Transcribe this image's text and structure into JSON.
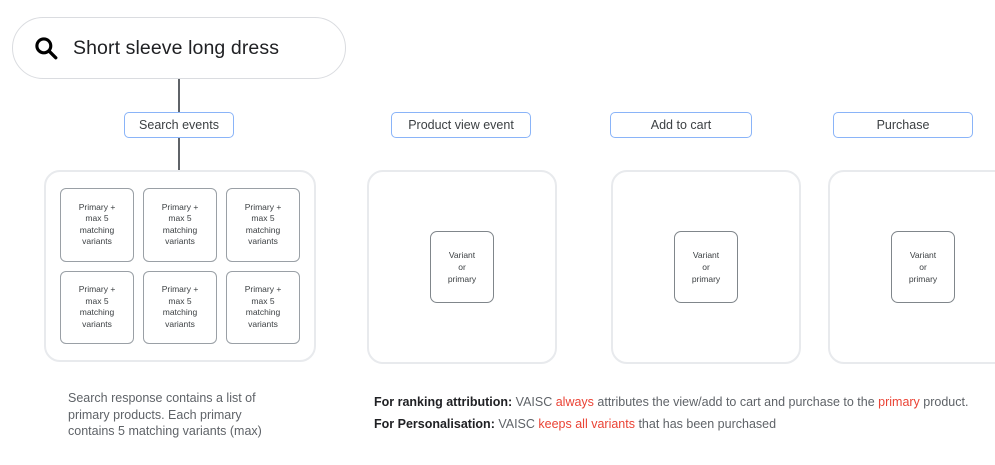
{
  "search": {
    "icon": "search-icon",
    "query": "Short sleeve long dress"
  },
  "stages": [
    {
      "id": "search-events",
      "label": "Search events"
    },
    {
      "id": "product-view-event",
      "label": "Product view event"
    },
    {
      "id": "add-to-cart",
      "label": "Add to cart"
    },
    {
      "id": "purchase",
      "label": "Purchase"
    }
  ],
  "search_panel": {
    "cards": [
      {
        "l1": "Primary +",
        "l2": "max 5",
        "l3": "matching",
        "l4": "variants"
      },
      {
        "l1": "Primary +",
        "l2": "max 5",
        "l3": "matching",
        "l4": "variants"
      },
      {
        "l1": "Primary +",
        "l2": "max 5",
        "l3": "matching",
        "l4": "variants"
      },
      {
        "l1": "Primary +",
        "l2": "max 5",
        "l3": "matching",
        "l4": "variants"
      },
      {
        "l1": "Primary +",
        "l2": "max 5",
        "l3": "matching",
        "l4": "variants"
      },
      {
        "l1": "Primary +",
        "l2": "max 5",
        "l3": "matching",
        "l4": "variants"
      }
    ]
  },
  "event_panels": [
    {
      "id": "product-view-event",
      "card": {
        "l1": "Variant",
        "l2": "or",
        "l3": "primary"
      }
    },
    {
      "id": "add-to-cart",
      "card": {
        "l1": "Variant",
        "l2": "or",
        "l3": "primary"
      }
    },
    {
      "id": "purchase",
      "card": {
        "l1": "Variant",
        "l2": "or",
        "l3": "primary"
      }
    }
  ],
  "caption_left": {
    "l1": "Search response contains a list of",
    "l2": "primary products. Each primary",
    "l3": "contains 5 matching variants (max)"
  },
  "notes": {
    "ranking": {
      "bold": "For ranking attribution:",
      "part1": " VAISC ",
      "highlight1": "always",
      "part2": " attributes the view/add to cart and purchase to the ",
      "highlight2": "primary",
      "part3": " product."
    },
    "personalisation": {
      "bold": "For Personalisation:",
      "part1": " VAISC ",
      "highlight1": "keeps all variants",
      "part2": " that has been purchased"
    }
  },
  "colors": {
    "chip_border": "#8ab4f8",
    "panel_border": "#e8eaed",
    "card_border": "#9aa0a6",
    "highlight": "#ea4335",
    "text": "#3c4043",
    "connector": "#5f6368"
  }
}
